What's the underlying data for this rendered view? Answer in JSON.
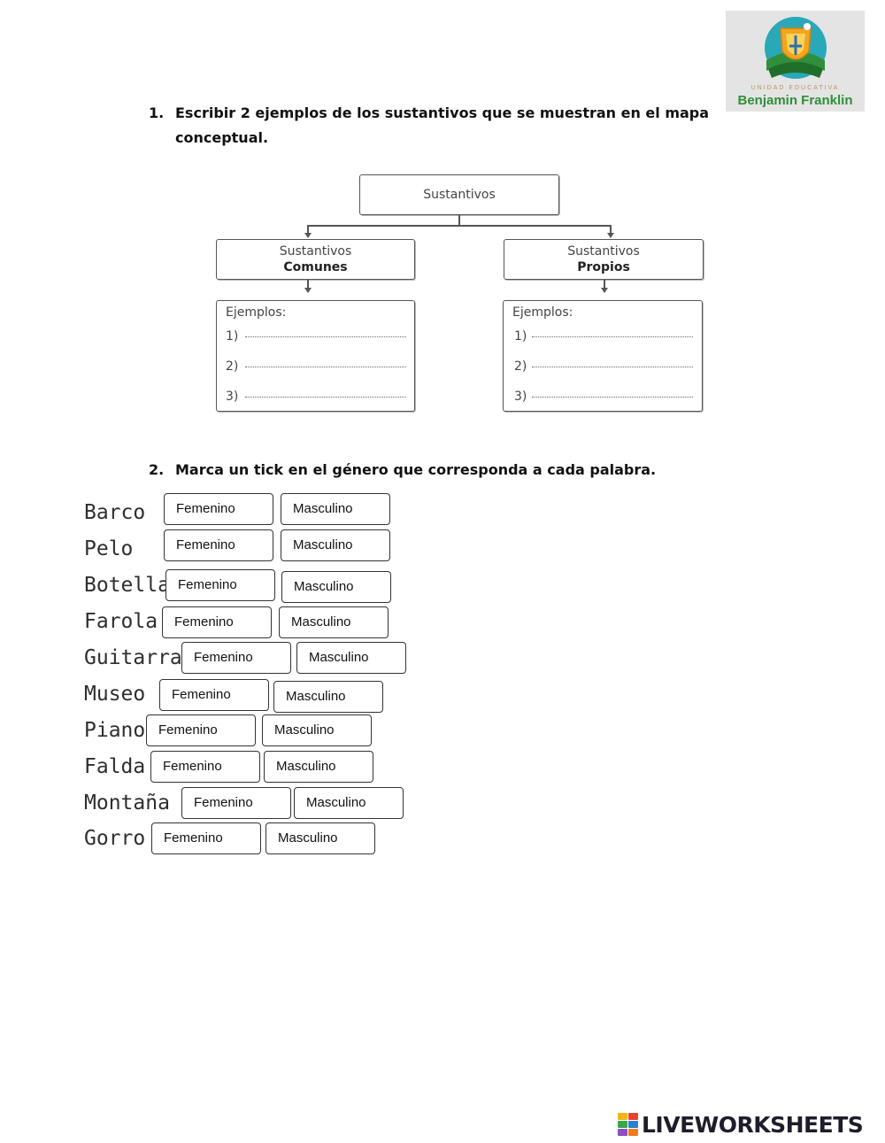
{
  "logo": {
    "subtitle": "UNIDAD EDUCATIVA",
    "name": "Benjamin Franklin"
  },
  "question1": {
    "number": "1.",
    "line1": "Escribir 2 ejemplos de los sustantivos que se muestran en el mapa",
    "line2": "conceptual."
  },
  "concept_map": {
    "root": "Sustantivos",
    "left": {
      "line1": "Sustantivos",
      "line2": "Comunes"
    },
    "right": {
      "line1": "Sustantivos",
      "line2": "Propios"
    },
    "examples_label": "Ejemplos:",
    "example_numbers": [
      "1)",
      "2)",
      "3)"
    ]
  },
  "question2": {
    "number": "2.",
    "text": "Marca un tick en el género que corresponda a cada palabra."
  },
  "words": [
    {
      "word": "Barco",
      "option_a": "Femenino",
      "option_b": "Masculino"
    },
    {
      "word": "Pelo",
      "option_a": "Femenino",
      "option_b": "Masculino"
    },
    {
      "word": "Botella",
      "option_a": "Femenino",
      "option_b": "Masculino"
    },
    {
      "word": "Farola",
      "option_a": "Femenino",
      "option_b": "Masculino"
    },
    {
      "word": "Guitarra",
      "option_a": "Femenino",
      "option_b": "Masculino"
    },
    {
      "word": "Museo",
      "option_a": "Femenino",
      "option_b": "Masculino"
    },
    {
      "word": "Piano",
      "option_a": "Femenino",
      "option_b": "Masculino"
    },
    {
      "word": "Falda",
      "option_a": "Femenino",
      "option_b": "Masculino"
    },
    {
      "word": "Montaña",
      "option_a": "Femenino",
      "option_b": "Masculino"
    },
    {
      "word": "Gorro",
      "option_a": "Femenino",
      "option_b": "Masculino"
    }
  ],
  "footer": {
    "brand": "LIVEWORKSHEETS",
    "mark_colors": [
      "#f4b21b",
      "#e8412c",
      "#3aa64b",
      "#2d7fd1",
      "#8c4fbf",
      "#f07b1d"
    ]
  },
  "colors": {
    "logo_green": "#2f8f3a",
    "logo_gold": "#b9965a",
    "box_border": "#555555"
  }
}
